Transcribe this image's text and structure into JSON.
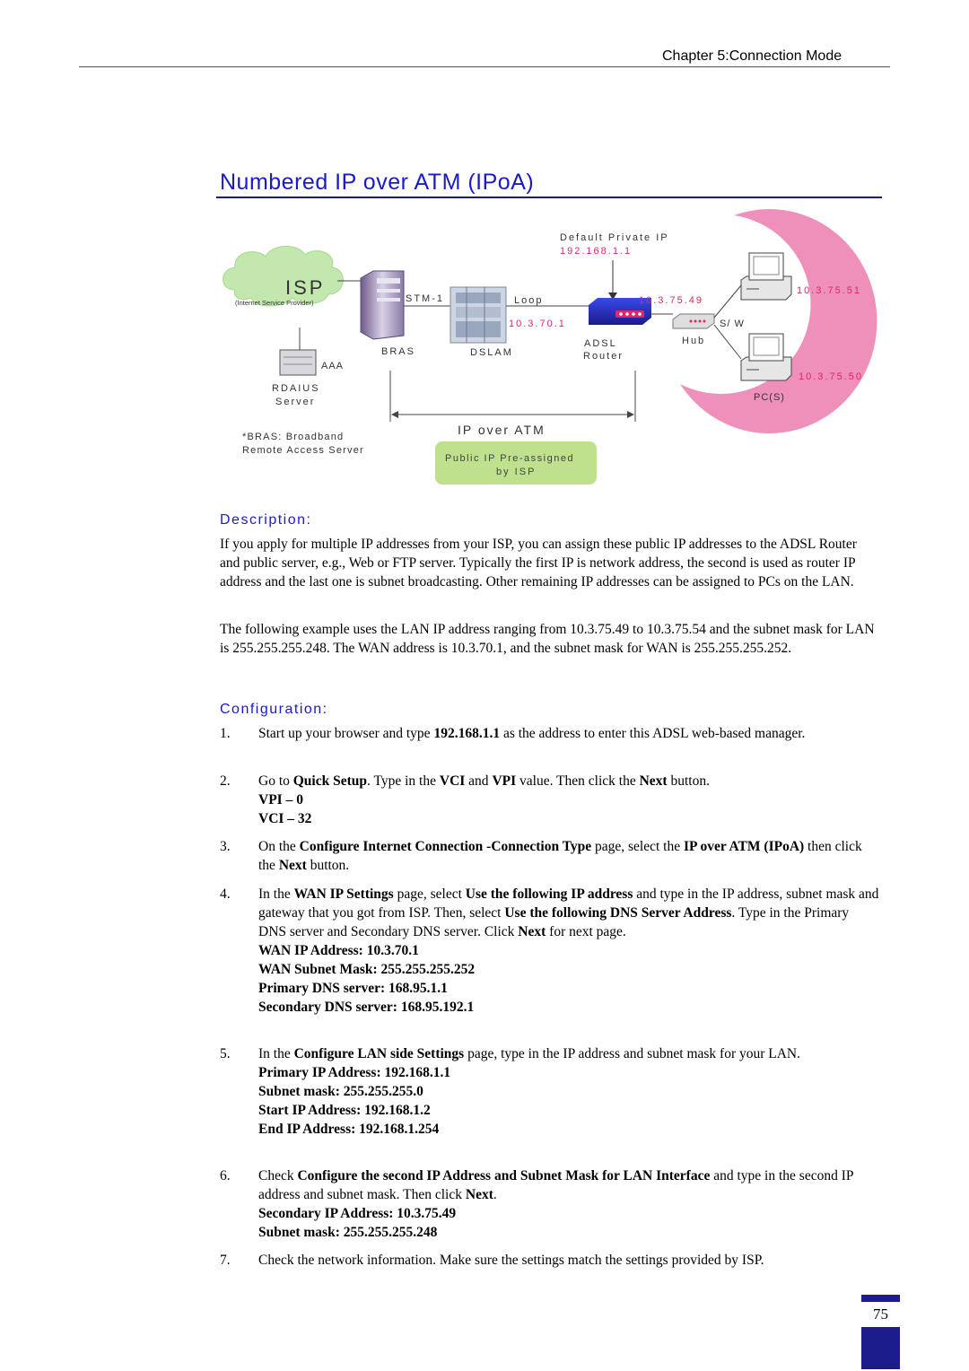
{
  "header": {
    "chapter": "Chapter 5:Connection Mode"
  },
  "title": "Numbered IP over ATM (IPoA)",
  "diagram": {
    "isp": "ISP",
    "isp_sub": "(Internet Service Provider)",
    "aaa": "AAA",
    "radius_1": "RDAIUS",
    "radius_2": "Server",
    "bras": "BRAS",
    "stm": "STM-1",
    "dslam": "DSLAM",
    "loop": "Loop",
    "wan_ip": "10.3.70.1",
    "default_ip_label": "Default Private IP",
    "default_ip": "192.168.1.1",
    "router_1": "ADSL",
    "router_2": "Router",
    "lan_ip": "10.3.75.49",
    "hub": "Hub",
    "sw": "S/ W",
    "pc1_ip": "10.3.75.51",
    "pc2_ip": "10.3.75.50",
    "pcs": "PC(S)",
    "ipoa": "IP over ATM",
    "public_1": "Public IP Pre-assigned",
    "public_2": "by ISP",
    "bras_note_1": "*BRAS: Broadband",
    "bras_note_2": "Remote Access Server"
  },
  "description": {
    "heading": "Description:",
    "p1": "If you apply for multiple IP addresses from your ISP, you can assign these public IP addresses to the ADSL Router and public server, e.g., Web or FTP server. Typically the first IP is network address, the second is used as router IP address and the last one is subnet broadcasting. Other remaining IP addresses can be assigned to PCs on the LAN.",
    "p2": "The following example uses the LAN IP address ranging from 10.3.75.49 to 10.3.75.54 and the subnet mask for LAN is 255.255.255.248. The WAN address is 10.3.70.1, and the subnet mask for WAN is 255.255.255.252."
  },
  "configuration": {
    "heading": "Configuration:",
    "s1": {
      "n": "1.",
      "a": "Start up your browser and type ",
      "b": "192.168.1.1",
      "c": " as the address to enter this ADSL web-based manager."
    },
    "s2": {
      "n": "2.",
      "a": "Go to ",
      "b": "Quick Setup",
      "c": ". Type in the ",
      "d": "VCI",
      "e": " and ",
      "f": "VPI",
      "g": " value. Then click the ",
      "h": "Next",
      "i": " button.",
      "v1": "VPI – 0",
      "v2": "VCI – 32"
    },
    "s3": {
      "n": "3.",
      "a": "On the ",
      "b": "Configure Internet Connection -Connection Type",
      "c": " page, select the ",
      "d": "IP over ATM (IPoA)",
      "e": " then click the ",
      "f": "Next",
      "g": " button."
    },
    "s4": {
      "n": "4.",
      "a": "In the ",
      "b": "WAN IP Settings",
      "c": " page, select ",
      "d": "Use the following IP address",
      "e": " and type in the IP address, subnet mask and gateway that you got from ISP. Then, select ",
      "f": "Use the following DNS Server Address",
      "g": ". Type in the Primary DNS server and Secondary DNS server. Click ",
      "h": "Next",
      "i": " for next page.",
      "v1": "WAN IP Address: 10.3.70.1",
      "v2": "WAN Subnet Mask: 255.255.255.252",
      "v3": "Primary DNS server: 168.95.1.1",
      "v4": "Secondary DNS server: 168.95.192.1"
    },
    "s5": {
      "n": "5.",
      "a": "In the ",
      "b": "Configure LAN side Settings",
      "c": " page, type in the IP address and subnet mask for your LAN.",
      "v1": "Primary IP Address: 192.168.1.1",
      "v2": "Subnet mask: 255.255.255.0",
      "v3": "Start IP Address: 192.168.1.2",
      "v4": "End IP Address: 192.168.1.254"
    },
    "s6": {
      "n": "6.",
      "a": "Check ",
      "b": "Configure the second IP Address and Subnet Mask for LAN Interface",
      "c": " and type in the second IP address and subnet mask. Then click ",
      "d": "Next",
      "e": ".",
      "v1": "Secondary IP Address: 10.3.75.49",
      "v2": "Subnet mask: 255.255.255.248"
    },
    "s7": {
      "n": "7.",
      "a": "Check the network information. Make sure the settings match the settings provided by ISP."
    }
  },
  "page_number": "75",
  "colors": {
    "title_blue": "#1a1acc",
    "ip_red": "#e0266a",
    "pink_ring": "#ee8ab6",
    "cloud_green": "#c2e8ae",
    "box_green": "#bfe08c",
    "page_box": "#1c1c8c"
  }
}
